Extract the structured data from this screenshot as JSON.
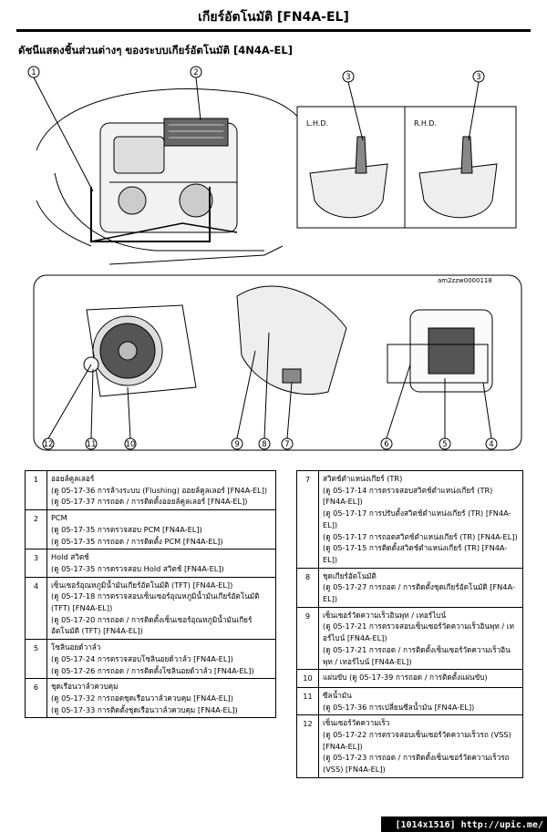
{
  "page": {
    "title": "เกียร์อัตโนมัติ [FN4A-EL]",
    "section_heading": "ดัชนีแสดงชิ้นส่วนต่างๆ ของระบบเกียร์อัตโนมัติ [4N4A-EL]"
  },
  "figure": {
    "callouts_top": [
      "1",
      "2",
      "3",
      "3"
    ],
    "callouts_bottom": [
      "12",
      "11",
      "10",
      "9",
      "8",
      "7",
      "6",
      "5",
      "4"
    ],
    "inset_labels": [
      "L.H.D.",
      "R.H.D."
    ],
    "code": "am2zzw0000118"
  },
  "left_items": [
    {
      "num": "1",
      "title": "ออยล์คูลเลอร์",
      "refs": [
        "(ดู 05-17-36 การล้างระบบ (Flushing) ออยล์คูลเลอร์ [FN4A-EL])",
        "(ดู 05-17-37 การถอด / การติดตั้งออยล์คูลเลอร์ [FN4A-EL])"
      ]
    },
    {
      "num": "2",
      "title": "PCM",
      "refs": [
        "(ดู 05-17-35 การตรวจสอบ PCM [FN4A-EL])",
        "(ดู 05-17-35 การถอด / การติดตั้ง PCM [FN4A-EL])"
      ]
    },
    {
      "num": "3",
      "title": "Hold สวิตช์",
      "refs": [
        "(ดู 05-17-35 การตรวจสอบ Hold สวิตช์ [FN4A-EL])"
      ]
    },
    {
      "num": "4",
      "title": "เซ็นเซอร์อุณหภูมิน้ำมันเกียร์อัตโนมัติ (TFT) [FN4A-EL])",
      "refs": [
        "(ดู 05-17-18 การตรวจสอบเซ็นเซอร์อุณหภูมิน้ำมันเกียร์อัตโนมัติ (TFT) [FN4A-EL])",
        "(ดู 05-17-20 การถอด / การติดตั้งเซ็นเซอร์อุณหภูมิน้ำมันเกียร์อัตโนมัติ (TFT) [FN4A-EL])"
      ]
    },
    {
      "num": "5",
      "title": "โซลินอยด์วาล์ว",
      "refs": [
        "(ดู 05-17-24 การตรวจสอบโซลินอยด์วาล์ว [FN4A-EL])",
        "(ดู 05-17-26 การถอด / การติดตั้งโซลินอยด์วาล์ว [FN4A-EL])"
      ]
    },
    {
      "num": "6",
      "title": "ชุดเรือนวาล์วควบคุม",
      "refs": [
        "(ดู 05-17-32 การถอดชุดเรือนวาล์วควบคุม [FN4A-EL])",
        "(ดู 05-17-33 การติดตั้งชุดเรือนวาล์วควบคุม [FN4A-EL])"
      ]
    }
  ],
  "right_items": [
    {
      "num": "7",
      "title": "สวิตช์ตำแหน่งเกียร์ (TR)",
      "refs": [
        "(ดู 05-17-14 การตรวจสอบสวิตช์ตำแหน่งเกียร์ (TR) [FN4A-EL])",
        "(ดู 05-17-17 การปรับตั้งสวิตช์ตำแหน่งเกียร์ (TR) [FN4A-EL])",
        "(ดู 05-17-17 การถอดสวิตช์ตำแหน่งเกียร์ (TR) [FN4A-EL])",
        "(ดู 05-17-15 การติดตั้งสวิตช์ตำแหน่งเกียร์ (TR) [FN4A-EL])"
      ]
    },
    {
      "num": "8",
      "title": "ชุดเกียร์อัตโนมัติ",
      "refs": [
        "(ดู 05-17-27 การถอด / การติดตั้งชุดเกียร์อัตโนมัติ [FN4A-EL])"
      ]
    },
    {
      "num": "9",
      "title": "เซ็นเซอร์วัดความเร็วอินพุท / เทอร์ไบน์",
      "refs": [
        "(ดู 05-17-21 การตรวจสอบเซ็นเซอร์วัดความเร็วอินพุท / เทอร์ไบน์ [FN4A-EL])",
        "(ดู 05-17-21 การถอด / การติดตั้งเซ็นเซอร์วัดความเร็วอินพุท / เทอร์ไบน์ [FN4A-EL])"
      ]
    },
    {
      "num": "10",
      "title": "แผ่นขับ (ดู 05-17-39 การถอด / การติดตั้งแผ่นขับ)",
      "refs": []
    },
    {
      "num": "11",
      "title": "ซีลน้ำมัน",
      "refs": [
        "(ดู 05-17-36 การเปลี่ยนซีลน้ำมัน [FN4A-EL])"
      ]
    },
    {
      "num": "12",
      "title": "เซ็นเซอร์วัดความเร็ว",
      "refs": [
        "(ดู 05-17-22 การตรวจสอบเซ็นเซอร์วัดความเร็วรถ (VSS) [FN4A-EL])",
        "(ดู 05-17-23 การถอด / การติดตั้งเซ็นเซอร์วัดความเร็วรถ (VSS) [FN4A-EL])"
      ]
    }
  ],
  "footer": {
    "text": "[1014x1516] http://upic.me/"
  }
}
